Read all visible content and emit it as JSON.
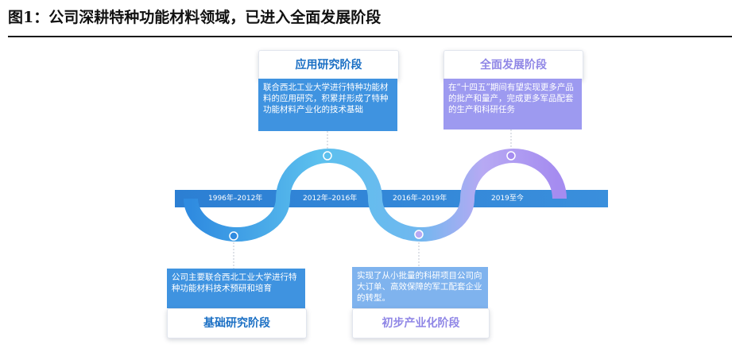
{
  "figure_title": "图1：公司深耕特种功能材料领域，已进入全面发展阶段",
  "stages": {
    "foundation": {
      "label": "基础研究阶段",
      "desc": "公司主要联合西北工业大学进行特种功能材料技术预研和培育"
    },
    "application": {
      "label": "应用研究阶段",
      "desc": "联合西北工业大学进行特种功能材料的应用研究，积累并形成了特种功能材料产业化的技术基础"
    },
    "industrialization": {
      "label": "初步产业化阶段",
      "desc": "实现了从小批量的科研项目公司向大订单、高效保障的军工配套企业的转型。"
    },
    "comprehensive": {
      "label": "全面发展阶段",
      "desc": "在“十四五”期间有望实现更多产品的批产和量产，完成更多军品配套的生产和科研任务"
    }
  },
  "timeline": [
    "1996年–2012年",
    "2012年–2016年",
    "2016年–2019年",
    "2019至今"
  ],
  "colors": {
    "bar": "#2e87d8",
    "wave_blue": "#2f8be0",
    "wave_cyan": "#5cc0ee",
    "wave_purple": "#a58cf0",
    "box_blue": "#3f93e0",
    "box_lightblue": "#7fb3ee",
    "box_purple": "#9d9af0",
    "text_blue": "#1a6fc4",
    "text_purple": "#8f86e6"
  }
}
